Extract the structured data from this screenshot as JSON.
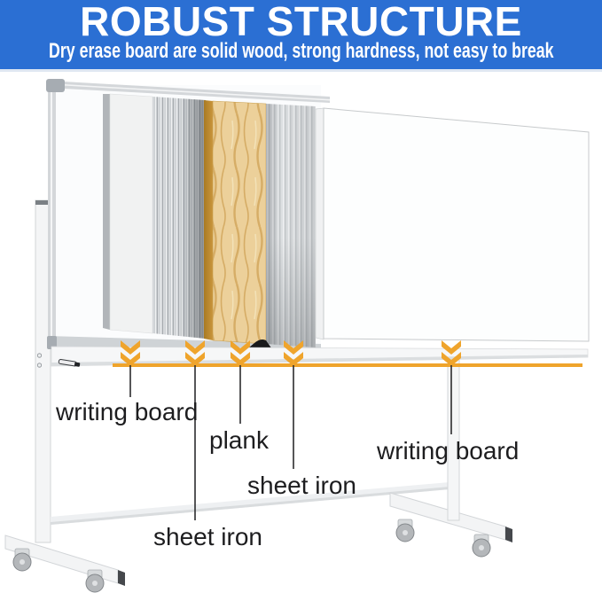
{
  "banner": {
    "title": "ROBUST STRUCTURE",
    "subtitle": "Dry erase board are solid wood, strong hardness, not easy to break",
    "bg_color": "#2b6fd3",
    "text_color": "#ffffff"
  },
  "diagram": {
    "accent_color": "#efa42c",
    "label_color": "#1d1d1f",
    "board_layers": [
      "writing board",
      "sheet iron",
      "plank",
      "sheet iron",
      "writing board"
    ],
    "labels": [
      {
        "part": "writing-board-left",
        "text": "writing board"
      },
      {
        "part": "plank",
        "text": "plank"
      },
      {
        "part": "sheet-iron-upper",
        "text": "sheet iron"
      },
      {
        "part": "sheet-iron-lower",
        "text": "sheet iron"
      },
      {
        "part": "writing-board-right",
        "text": "writing board"
      }
    ]
  }
}
